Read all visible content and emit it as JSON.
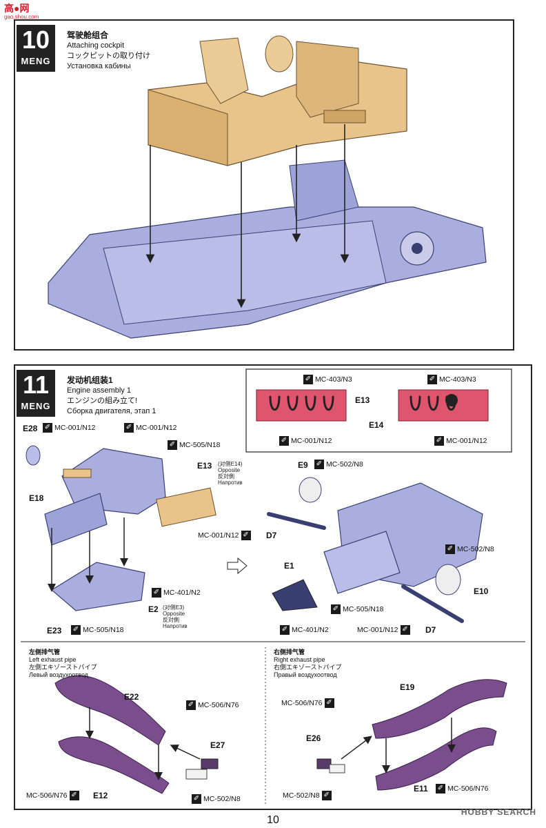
{
  "watermark": {
    "top": "高●网",
    "sub": "gao.shou.com",
    "bottom": "HOBBY SEARCH"
  },
  "brand": "MENG",
  "page_number": "10",
  "step10": {
    "number": "10",
    "title_zh": "驾驶舱组合",
    "title_en": "Attaching cockpit",
    "title_ja": "コックピットの取り付け",
    "title_ru": "Установка кабины"
  },
  "step11": {
    "number": "11",
    "title_zh": "发动机组装1",
    "title_en": "Engine assembly 1",
    "title_ja": "エンジンの組み立て!",
    "title_ru": "Сборка двигателя, этап 1",
    "part_e13": "E13",
    "part_e14": "E14",
    "part_e28": "E28",
    "part_e18": "E18",
    "part_e13_opp": "E13",
    "note_e13_opp": "(对侧E14)",
    "part_e23": "E23",
    "part_e2": "E2",
    "note_e2_opp": "(对侧E3)",
    "opposite_en": "Opposite",
    "opposite_ja": "反対側",
    "opposite_ru": "Напротив",
    "part_e9": "E9",
    "part_e1": "E1",
    "part_e10": "E10",
    "part_d7a": "D7",
    "part_d7b": "D7",
    "mc403": "MC-403/N3",
    "mc001": "MC-001/N12",
    "mc505": "MC-505/N18",
    "mc502": "MC-502/N8",
    "mc401": "MC-401/N2",
    "glue_icon": "glue-icon"
  },
  "left_exhaust": {
    "title_zh": "左侧排气管",
    "title_en": "Left exhaust pipe",
    "title_ja": "左側エキゾーストパイプ",
    "title_ru": "Левый воздухоотвод",
    "part_e22": "E22",
    "part_e27": "E27",
    "part_e12": "E12",
    "mc506": "MC-506/N76",
    "mc502": "MC-502/N8"
  },
  "right_exhaust": {
    "title_zh": "右侧排气管",
    "title_en": "Right exhaust pipe",
    "title_ja": "右側エキゾーストパイプ",
    "title_ru": "Правый воздухоотвод",
    "part_e19": "E19",
    "part_e26": "E26",
    "part_e11": "E11",
    "mc506": "MC-506/N76",
    "mc502": "MC-502/N8"
  },
  "colors": {
    "tan": "#e8c48a",
    "chassis": "#a9aedf",
    "engine_head": "#e0556e",
    "exhaust": "#7a4d8c",
    "ink": "#222222"
  }
}
